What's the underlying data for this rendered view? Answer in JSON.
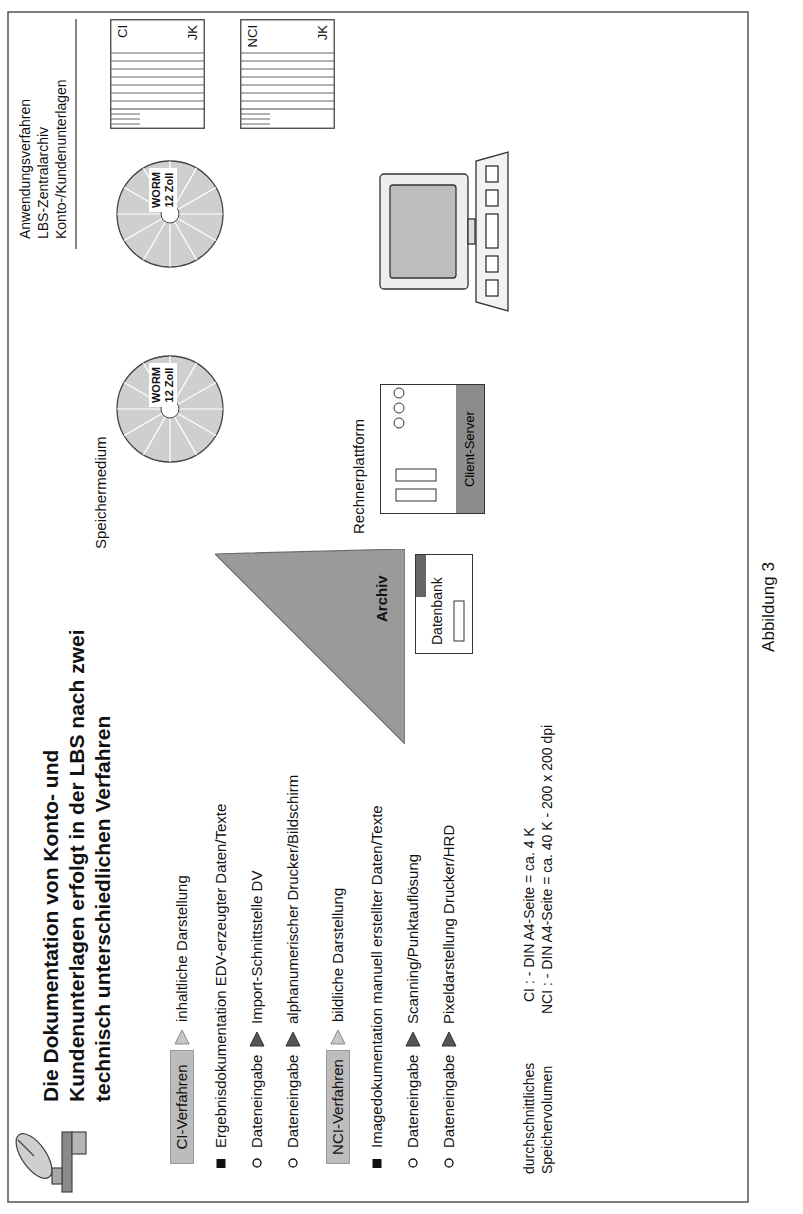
{
  "diagram": {
    "title": "Die Dokumentation von Konto- und Kundenunterlagen erfolgt in der LBS nach zwei technisch unterschiedlichen Verfahren",
    "caption": "Abbildung 3",
    "nodes": [
      {
        "text": [
          "CI-Verfahren"
        ]
      },
      {
        "text": [
          "NCI-Verfahren"
        ]
      },
      {
        "text": [
          "Archiv"
        ]
      },
      {
        "text": [
          "WORM 12 Zoll"
        ]
      },
      {
        "text": [
          "WORM 12 Zoll"
        ]
      },
      {
        "text": [
          "CI",
          "JK"
        ]
      },
      {
        "text": [
          "NCI",
          "JK"
        ]
      },
      {
        "text": [
          "Datenbank"
        ]
      },
      {
        "text": [
          "Client-Server"
        ]
      }
    ],
    "labels": [
      "Anwendungsverfahren",
      "LBS-Zentralarchiv",
      "Konto-/Kundenunterlagen",
      "Speichermedium",
      "Rechnerplattform",
      "inhaltliche Darstellung",
      "Ergebnisdokumentation EDV-erzeugter Daten/Texte",
      "Dateneingabe",
      "Import-Schnittstelle DV",
      "Dateneingabe",
      "alphanumerischer Drucker/Bildschirm",
      "bildliche Darstellung",
      "Imagedokumentation manuell erstellter Daten/Texte",
      "Dateneingabe",
      "Scanning/Punktauflösung",
      "Dateneingabe",
      "Pixeldarstellung Drucker/HRD",
      "durchschnittliches",
      "Speichervolumen",
      "CI : - DIN A4-Seite = ca. 4 K",
      "NCI : - DIN A4-Seite = ca. 40 K - 200 x 200 dpi"
    ]
  }
}
